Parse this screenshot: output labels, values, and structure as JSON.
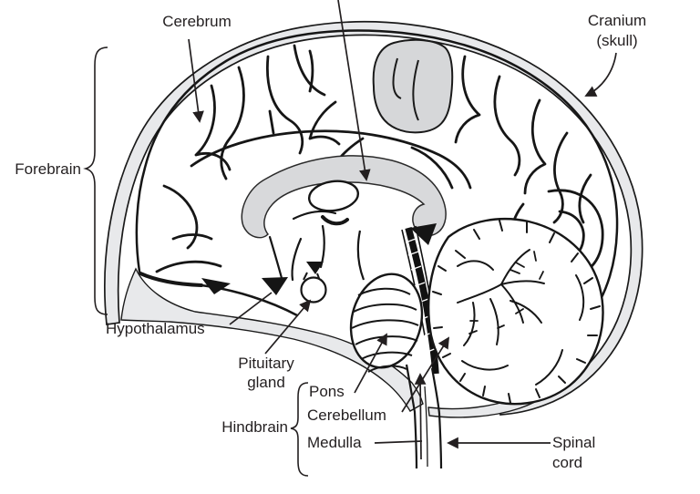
{
  "labels": {
    "cerebrum": "Cerebrum",
    "cranium_line1": "Cranium",
    "cranium_line2": "(skull)",
    "forebrain": "Forebrain",
    "hypothalamus": "Hypothalamus",
    "pituitary_line1": "Pituitary",
    "pituitary_line2": "gland",
    "hindbrain": "Hindbrain",
    "pons": "Pons",
    "cerebellum": "Cerebellum",
    "medulla": "Medulla",
    "spinal_line1": "Spinal",
    "spinal_line2": "cord"
  },
  "colors": {
    "line": "#231f20",
    "skull_fill": "#e8e9eb",
    "shade_fill": "#d6d7d9",
    "background": "#ffffff"
  }
}
